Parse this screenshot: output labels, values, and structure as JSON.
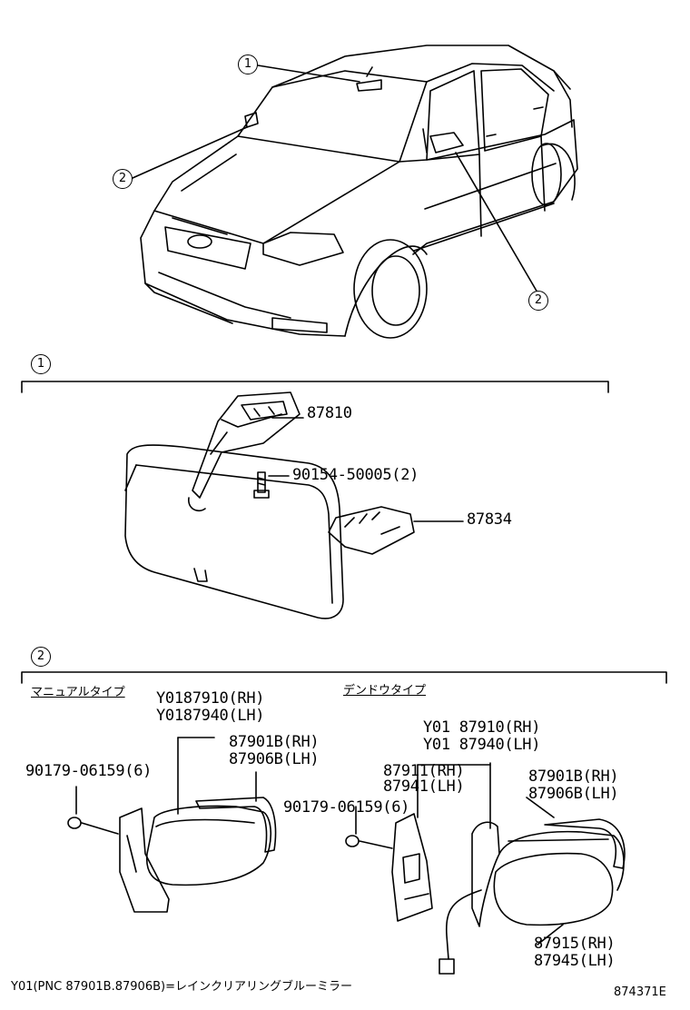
{
  "callouts": {
    "c1_top": "1",
    "c2_left": "2",
    "c2_right": "2",
    "section1_marker": "1",
    "section2_marker": "2"
  },
  "section1": {
    "part_87810": "87810",
    "part_screw": "90154-50005(2)",
    "part_87834": "87834"
  },
  "section2": {
    "manual_type_label": "マニュアルタイプ",
    "manual_y_rh": "Y0187910(RH)",
    "manual_y_lh": "Y0187940(LH)",
    "manual_87901b": "87901B(RH)",
    "manual_87906b": "87906B(LH)",
    "manual_screw": "90179-06159(6)",
    "power_type_label": "デンドウタイプ",
    "power_y_rh": "Y01 87910(RH)",
    "power_y_lh": "Y01 87940(LH)",
    "power_87911": "87911(RH)",
    "power_87941": "87941(LH)",
    "power_87901b": "87901B(RH)",
    "power_87906b": "87906B(LH)",
    "power_screw": "90179-06159(6)",
    "power_87915": "87915(RH)",
    "power_87945": "87945(LH)"
  },
  "footer": {
    "note": "Y01(PNC 87901B.87906B)=レインクリアリングブルーミラー",
    "diagram_id": "874371E"
  }
}
